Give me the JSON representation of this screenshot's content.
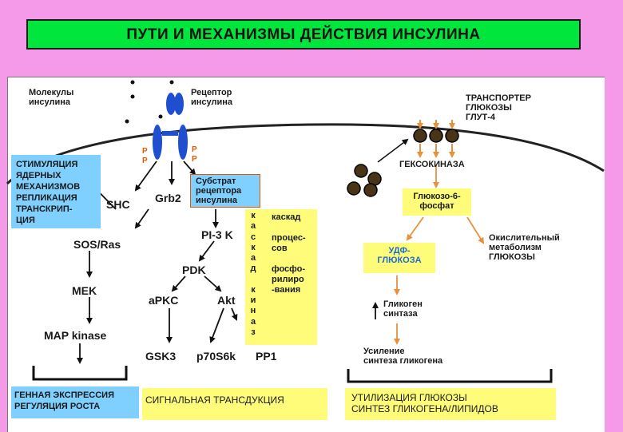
{
  "title": "ПУТИ   И МЕХАНИЗМЫ ДЕЙСТВИЯ   ИНСУЛИНА",
  "labels": {
    "insulin_molecules": [
      "Молекулы",
      "инсулина"
    ],
    "receptor": [
      "Рецептор",
      "инсулина"
    ],
    "transporter": [
      "ТРАНСПОРТЕР",
      "ГЛЮКОЗЫ",
      "ГЛУТ-4"
    ],
    "hexokinase": "ГЕКСОКИНАЗА",
    "p_left": [
      "P",
      "P"
    ],
    "p_right": [
      "P",
      "P"
    ],
    "stimulation": [
      "СТИМУЛЯЦИЯ",
      "ЯДЕРНЫХ",
      "МЕХАНИЗМОВ",
      "РЕПЛИКАЦИЯ",
      "ТРАНСКРИП-",
      "ЦИЯ"
    ],
    "substrate": [
      "Субстрат",
      "рецептора",
      "инсулина"
    ],
    "shc": "SHC",
    "grb2": "Grb2",
    "sos_ras": "SOS/Ras",
    "pi3k": "PI-3 K",
    "pdk": "PDK",
    "apkc": "aPKC",
    "akt": "Akt",
    "mek": "MEK",
    "map_kinase": "MAP kinase",
    "gsk3": "GSK3",
    "p70s6k": "p70S6k",
    "pp1": "PP1",
    "cascade_vertical": [
      "к",
      "а",
      "с",
      "к",
      "а",
      "д",
      "",
      "к",
      "и",
      "н",
      "а",
      "з"
    ],
    "cascade_text": [
      "каскад",
      "",
      "процес-",
      "сов",
      "",
      "фосфо-",
      "рилиро",
      "-вания"
    ],
    "glucose6p": [
      "Глюкозо-6-",
      "фосфат"
    ],
    "udp_glucose": [
      "УДФ-",
      "ГЛЮКОЗА"
    ],
    "oxidative": [
      "Окислительный",
      "метаболизм",
      "ГЛЮКОЗЫ"
    ],
    "glycogen_synthase": [
      "Гликоген",
      "синтаза"
    ],
    "glycogen_synthesis": [
      "Усиление",
      "синтеза гликогена"
    ],
    "gene_expression": [
      "ГЕННАЯ ЭКСПРЕССИЯ",
      "РЕГУЛЯЦИЯ РОСТА"
    ],
    "signal_transduction": "СИГНАЛЬНАЯ ТРАНСДУКЦИЯ",
    "glucose_utilization": [
      "УТИЛИЗАЦИЯ ГЛЮКОЗЫ",
      "СИНТЕЗ ГЛИКОГЕНА/ЛИПИДОВ"
    ]
  },
  "colors": {
    "background": "#f59ae8",
    "title_bar": "#00e63c",
    "blue_box": "#7fd0ff",
    "yellow_box": "#fffc7a",
    "receptor": "#1f4fd0",
    "phosphate": "#e05a00",
    "arrow_orange": "#e8903a",
    "glut_ball": "#4a3418"
  }
}
